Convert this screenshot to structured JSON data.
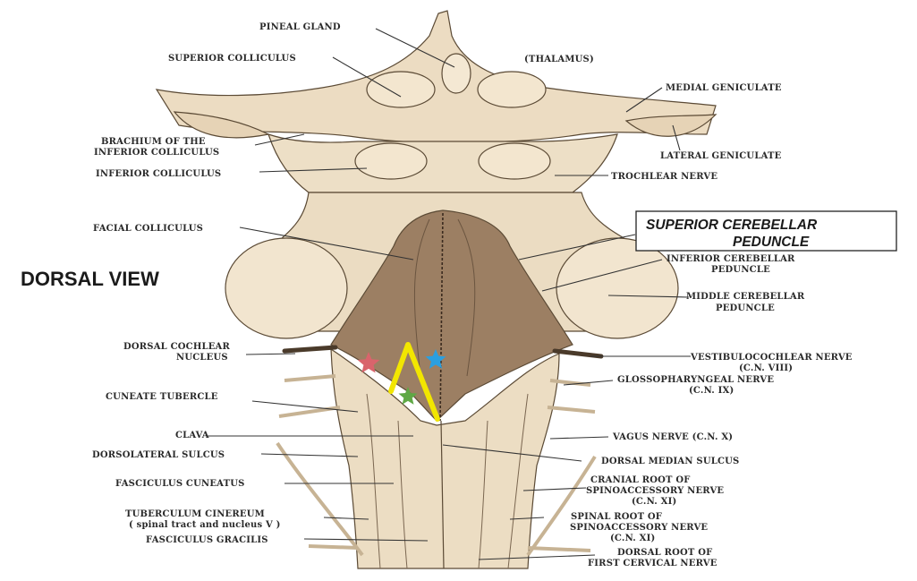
{
  "view_title": "DORSAL VIEW",
  "boxed_label": {
    "line1": "SUPERIOR CEREBELLAR",
    "line2": "PEDUNCLE"
  },
  "labels": {
    "pineal_gland": "PINEAL GLAND",
    "superior_colliculus": "SUPERIOR COLLICULUS",
    "thalamus": "(THALAMUS)",
    "medial_geniculate": "MEDIAL GENICULATE",
    "lateral_geniculate": "LATERAL GENICULATE",
    "brachium_1": "BRACHIUM OF THE",
    "brachium_2": "INFERIOR COLLICULUS",
    "inferior_colliculus": "INFERIOR COLLICULUS",
    "trochlear_nerve": "TROCHLEAR NERVE",
    "facial_colliculus": "FACIAL COLLICULUS",
    "inf_cereb_1": "INFERIOR CEREBELLAR",
    "inf_cereb_2": "PEDUNCLE",
    "mid_cereb_1": "MIDDLE CEREBELLAR",
    "mid_cereb_2": "PEDUNCLE",
    "dorsal_cochlear_1": "DORSAL COCHLEAR",
    "dorsal_cochlear_2": "NUCLEUS",
    "vestibulo_1": "VESTIBULOCOCHLEAR NERVE",
    "vestibulo_2": "(C.N. VIII)",
    "glosso_1": "GLOSSOPHARYNGEAL NERVE",
    "glosso_2": "(C.N. IX)",
    "cuneate_tubercle": "CUNEATE TUBERCLE",
    "clava": "CLAVA",
    "vagus": "VAGUS NERVE (C.N. X)",
    "dorsolateral_sulcus": "DORSOLATERAL SULCUS",
    "dorsal_median_sulcus": "DORSAL MEDIAN SULCUS",
    "fasciculus_cuneatus": "FASCICULUS CUNEATUS",
    "cranial_root_1": "CRANIAL ROOT OF",
    "cranial_root_2": "SPINOACCESSORY NERVE",
    "cranial_root_3": "(C.N. XI)",
    "tuberculum_1": "TUBERCULUM CINEREUM",
    "tuberculum_2": "( spinal tract and nucleus V )",
    "spinal_root_1": "SPINAL ROOT OF",
    "spinal_root_2": "SPINOACCESSORY NERVE",
    "spinal_root_3": "(C.N. XI)",
    "fasciculus_gracilis": "FASCICULUS GRACILIS",
    "dorsal_root_1": "DORSAL ROOT OF",
    "dorsal_root_2": "FIRST CERVICAL NERVE"
  },
  "markers": [
    {
      "name": "red-star",
      "color": "#d9646c"
    },
    {
      "name": "blue-star",
      "color": "#2a9fe0"
    },
    {
      "name": "green-star",
      "color": "#5fa845"
    }
  ],
  "overlay_color": "#f2e600",
  "colors": {
    "tissue": "#efe1c8",
    "tissue_shadow": "#cdb89a",
    "fossa": "#9c7f63",
    "label": "#2a2a2a"
  }
}
